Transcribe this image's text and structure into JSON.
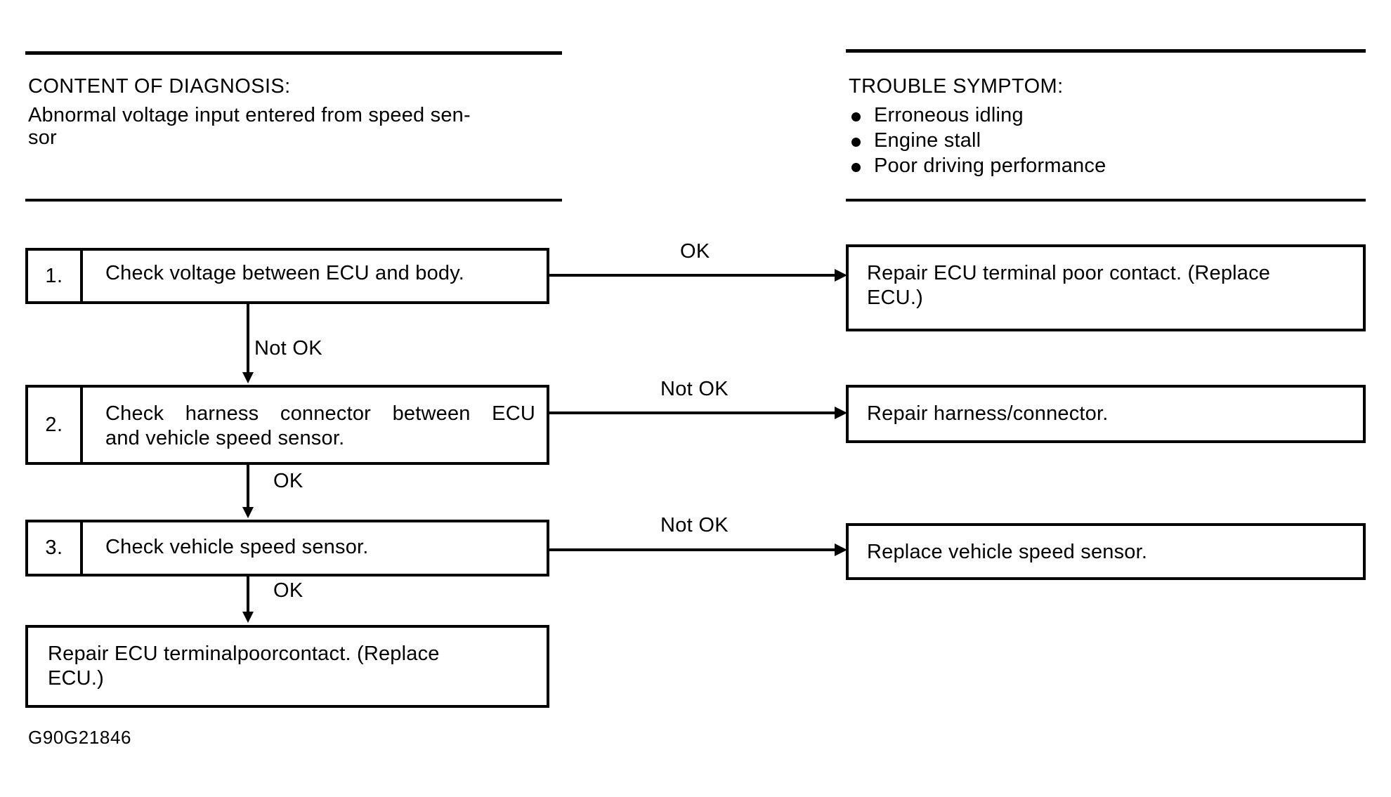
{
  "header": {
    "left": {
      "title": "CONTENT OF DIAGNOSIS:",
      "body_line1": "Abnormal voltage input entered from speed sen-",
      "body_line2": "sor"
    },
    "right": {
      "title": "TROUBLE SYMPTOM:",
      "symptoms": [
        "Erroneous idling",
        "Engine stall",
        "Poor driving performance"
      ]
    }
  },
  "flow": {
    "steps": [
      {
        "number": "1.",
        "text": "Check voltage between ECU and body.",
        "branch_label": "OK",
        "result_line1": "Repair ECU terminal poor contact. (Replace",
        "result_line2": "ECU.)",
        "next_label": "Not OK"
      },
      {
        "number": "2.",
        "text_line1": "Check harness connector between ECU",
        "text_line2": "and vehicle speed sensor.",
        "branch_label": "Not OK",
        "result_line1": "Repair harness/connector.",
        "next_label": "OK"
      },
      {
        "number": "3.",
        "text": "Check vehicle speed sensor.",
        "branch_label": "Not OK",
        "result_line1": "Replace vehicle speed sensor.",
        "next_label": "OK"
      }
    ],
    "final": {
      "line1": "Repair  ECU  terminalpoorcontact.  (Replace",
      "line2": "ECU.)"
    }
  },
  "caption": "G90G21846",
  "colors": {
    "ink": "#000000",
    "paper": "#ffffff"
  }
}
